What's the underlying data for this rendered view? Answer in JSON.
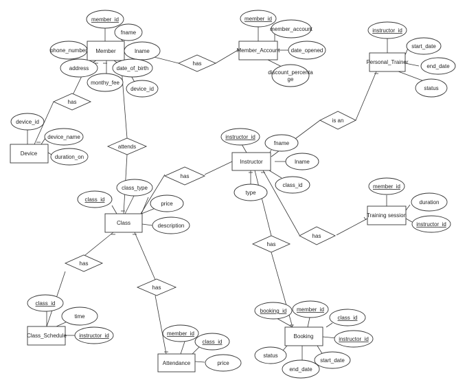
{
  "entities": {
    "member": "Member",
    "member_account": "Member_Account",
    "personal_trainer": "Personal_Trainer",
    "device": "Device",
    "instructor": "Instructor",
    "class": "Class",
    "training_session": "Training session",
    "class_schedule": "Class_Schedule",
    "attendance": "Attendance",
    "booking": "Booking"
  },
  "relationships": {
    "member_has_account": "has",
    "member_has_device": "has",
    "attends": "attends",
    "is_an": "is an",
    "instructor_has_class": "has",
    "instructor_has_session": "has",
    "class_has_schedule": "has",
    "class_has_attendance": "has",
    "instructor_has_booking": "has"
  },
  "attributes": {
    "member_member_id": "member_id",
    "member_fname": "fname",
    "member_phone": "phone_number",
    "member_lname": "lname",
    "member_address": "address",
    "member_dob": "date_of_birth",
    "member_fee": "monthy_fee",
    "member_device_id": "device_id",
    "account_member_id": "member_id",
    "account_member_account": "member_account",
    "account_date_opened": "date_opened",
    "account_discount": "discount_percenta ge",
    "trainer_instructor_id": "instructor_id",
    "trainer_start_date": "start_date",
    "trainer_end_date": "end_date",
    "trainer_status": "status",
    "device_device_id": "device_id",
    "device_name": "device_name",
    "device_duration": "duration_on",
    "instructor_instructor_id": "instructor_id",
    "instructor_fname": "fname",
    "instructor_lname": "lname",
    "instructor_class_id": "class_id",
    "instructor_type": "type",
    "class_class_type": "class_type",
    "class_class_id": "class_id",
    "class_price": "price",
    "class_description": "description",
    "session_member_id": "member_id",
    "session_duration": "duration",
    "session_instructor_id": "instructor_id",
    "schedule_class_id": "class_id",
    "schedule_time": "time",
    "schedule_instructor_id": "instructor_id",
    "attendance_member_id": "member_id",
    "attendance_class_id": "class_id",
    "attendance_price": "price",
    "booking_booking_id": "booking_id",
    "booking_member_id": "member_id",
    "booking_class_id": "class_id",
    "booking_instructor_id": "instructor_id",
    "booking_status": "status",
    "booking_start_date": "start_date",
    "booking_end_date": "end_date"
  }
}
